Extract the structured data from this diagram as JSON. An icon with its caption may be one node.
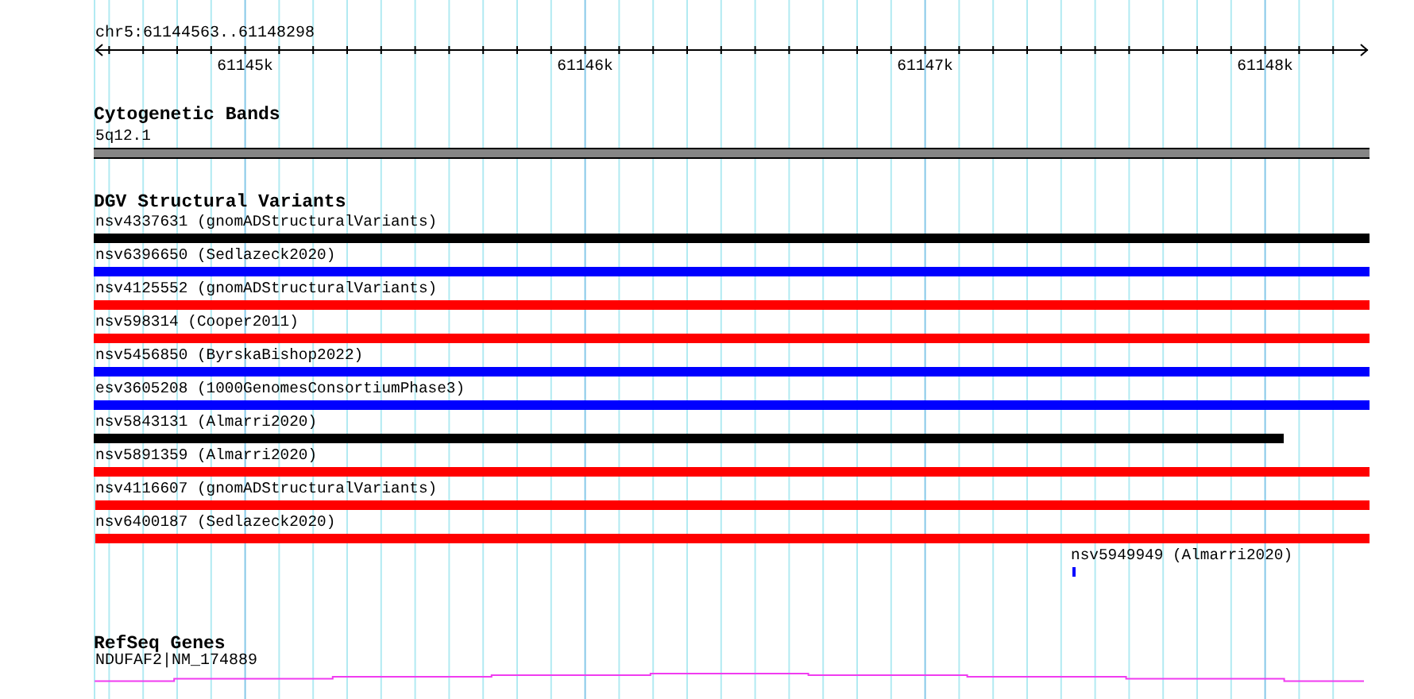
{
  "diagram": {
    "title": "chr5:61144563..61148298",
    "nodes": [
      {
        "text": [
          "5q12.1"
        ]
      },
      {
        "text": [
          "nsv4337631 (gnomADStructuralVariants)"
        ]
      },
      {
        "text": [
          "nsv6396650 (Sedlazeck2020)"
        ]
      },
      {
        "text": [
          "nsv4125552 (gnomADStructuralVariants)"
        ]
      },
      {
        "text": [
          "nsv598314 (Cooper2011)"
        ]
      },
      {
        "text": [
          "nsv5456850 (ByrskaBishop2022)"
        ]
      },
      {
        "text": [
          "esv3605208 (1000GenomesConsortiumPhase3)"
        ]
      },
      {
        "text": [
          "nsv5843131 (Almarri2020)"
        ]
      },
      {
        "text": [
          "nsv5891359 (Almarri2020)"
        ]
      },
      {
        "text": [
          "nsv4116607 (gnomADStructuralVariants)"
        ]
      },
      {
        "text": [
          "nsv6400187 (Sedlazeck2020)"
        ]
      },
      {
        "text": [
          "nsv5949949 (Almarri2020)"
        ]
      },
      {
        "text": [
          "NDUFAF2|NM_174889"
        ]
      }
    ],
    "labels": [
      "61145k",
      "61146k",
      "61147k",
      "61148k",
      "Cytogenetic Bands",
      "DGV Structural Variants",
      "RefSeq Genes"
    ]
  }
}
